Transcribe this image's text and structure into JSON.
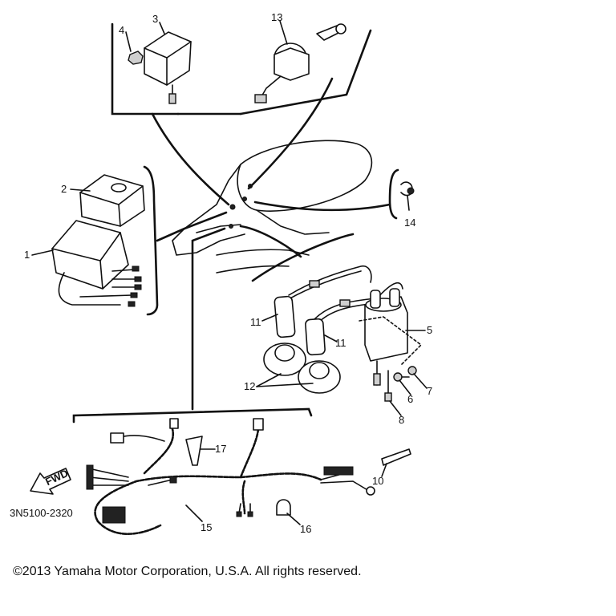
{
  "diagram": {
    "callouts": [
      {
        "id": "1",
        "text": "1"
      },
      {
        "id": "2",
        "text": "2"
      },
      {
        "id": "3",
        "text": "3"
      },
      {
        "id": "4",
        "text": "4"
      },
      {
        "id": "5",
        "text": "5"
      },
      {
        "id": "6",
        "text": "6"
      },
      {
        "id": "7",
        "text": "7"
      },
      {
        "id": "8",
        "text": "8"
      },
      {
        "id": "10",
        "text": "10"
      },
      {
        "id": "11a",
        "text": "11"
      },
      {
        "id": "11b",
        "text": "11"
      },
      {
        "id": "12",
        "text": "12"
      },
      {
        "id": "13",
        "text": "13"
      },
      {
        "id": "14",
        "text": "14"
      },
      {
        "id": "15",
        "text": "15"
      },
      {
        "id": "16",
        "text": "16"
      },
      {
        "id": "17",
        "text": "17"
      }
    ],
    "fwd_label": "FWD",
    "drawing_number": "3N5100-2320"
  },
  "footer": {
    "copyright": "©2013 Yamaha Motor Corporation, U.S.A. All rights reserved."
  }
}
